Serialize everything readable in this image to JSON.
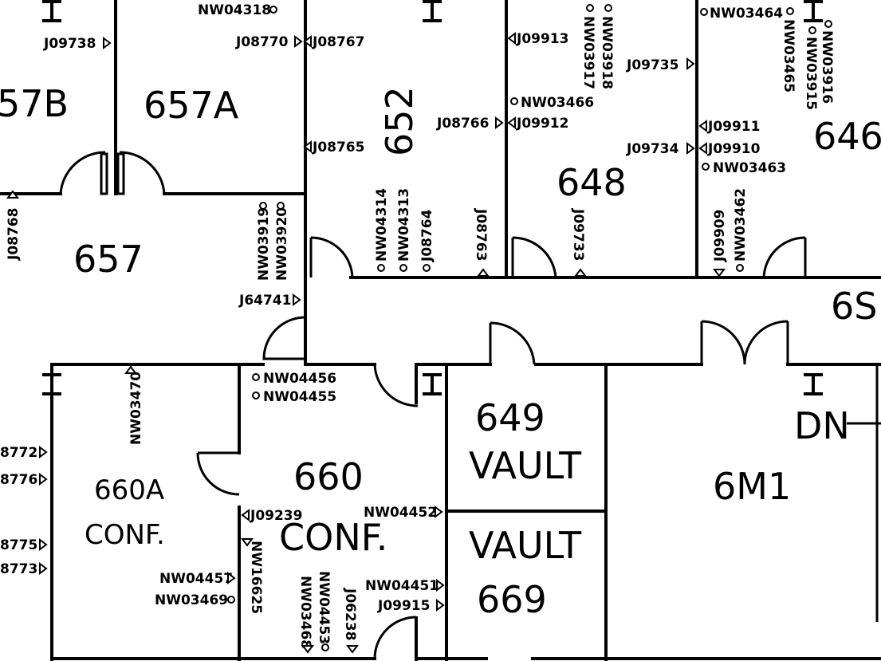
{
  "rooms": {
    "r657B": "57B",
    "r657A": "657A",
    "r657": "657",
    "r652": "652",
    "r648": "648",
    "r646": "646",
    "r6S": "6S",
    "r649": "649",
    "vault1": "VAULT",
    "vault2": "VAULT",
    "r669": "669",
    "r660": "660",
    "r660conf": "CONF.",
    "r660A": "660A",
    "r660Aconf": "CONF.",
    "r6M1": "6M1",
    "dn": "DN"
  },
  "data_labels": [
    {
      "id": "J09738",
      "text": "J09738",
      "sym": "tri-r"
    },
    {
      "id": "NW04318",
      "text": "NW04318",
      "sym": "dot-r"
    },
    {
      "id": "J08770",
      "text": "J08770",
      "sym": "tri-r"
    },
    {
      "id": "J08767",
      "text": "J08767",
      "sym": "tri-l"
    },
    {
      "id": "J08765",
      "text": "J08765",
      "sym": "tri-l"
    },
    {
      "id": "J09913",
      "text": "J09913",
      "sym": "tri-l"
    },
    {
      "id": "NW03466",
      "text": "NW03466",
      "sym": "dot-l"
    },
    {
      "id": "J08766",
      "text": "J08766",
      "sym": "tri-r"
    },
    {
      "id": "J09912",
      "text": "J09912",
      "sym": "tri-l"
    },
    {
      "id": "J09735",
      "text": "J09735",
      "sym": "tri-r"
    },
    {
      "id": "NW03464",
      "text": "NW03464",
      "sym": "dot-l"
    },
    {
      "id": "J09911",
      "text": "J09911",
      "sym": "tri-l"
    },
    {
      "id": "J09734",
      "text": "J09734",
      "sym": "tri-r"
    },
    {
      "id": "J09910",
      "text": "J09910",
      "sym": "tri-l"
    },
    {
      "id": "NW03463",
      "text": "NW03463",
      "sym": "dot-l"
    },
    {
      "id": "J64741",
      "text": "J64741",
      "sym": "tri-r"
    },
    {
      "id": "NW04456",
      "text": "NW04456",
      "sym": "dot-l"
    },
    {
      "id": "NW04455",
      "text": "NW04455",
      "sym": "dot-l"
    },
    {
      "id": "J09239",
      "text": "J09239",
      "sym": "tri-l"
    },
    {
      "id": "NW04452",
      "text": "NW04452",
      "sym": "tri-r"
    },
    {
      "id": "NW04457",
      "text": "NW04457",
      "sym": "tri-r"
    },
    {
      "id": "NW03469",
      "text": "NW03469",
      "sym": "dot-r"
    },
    {
      "id": "NW04451",
      "text": "NW04451",
      "sym": "tri-r"
    },
    {
      "id": "J09915",
      "text": "J09915",
      "sym": "tri-r"
    },
    {
      "id": "J8772",
      "text": "8772",
      "sym": "tri-r"
    },
    {
      "id": "J8776",
      "text": "8776",
      "sym": "tri-r"
    },
    {
      "id": "J8775",
      "text": "8775",
      "sym": "tri-r"
    },
    {
      "id": "J8773",
      "text": "8773",
      "sym": "tri-r"
    }
  ],
  "vertical_labels": [
    {
      "id": "NW03917",
      "text": "NW03917"
    },
    {
      "id": "NW03918",
      "text": "NW03918"
    },
    {
      "id": "NW03465",
      "text": "NW03465"
    },
    {
      "id": "NW03915",
      "text": "NW03915"
    },
    {
      "id": "NW03916",
      "text": "NW03916"
    },
    {
      "id": "J08768",
      "text": "J08768"
    },
    {
      "id": "NW03919",
      "text": "NW03919"
    },
    {
      "id": "NW03920",
      "text": "NW03920"
    },
    {
      "id": "NW04314",
      "text": "NW04314"
    },
    {
      "id": "NW04313",
      "text": "NW04313"
    },
    {
      "id": "J08764",
      "text": "J08764"
    },
    {
      "id": "J08763",
      "text": "J08763"
    },
    {
      "id": "J09733",
      "text": "J09733"
    },
    {
      "id": "J09909",
      "text": "J09909"
    },
    {
      "id": "NW03462",
      "text": "NW03462"
    },
    {
      "id": "NW03470",
      "text": "NW03470"
    },
    {
      "id": "NW16625",
      "text": "NW16625"
    },
    {
      "id": "NW03468",
      "text": "NW03468"
    },
    {
      "id": "NW04453",
      "text": "NW04453"
    },
    {
      "id": "J06238",
      "text": "J06238"
    }
  ]
}
